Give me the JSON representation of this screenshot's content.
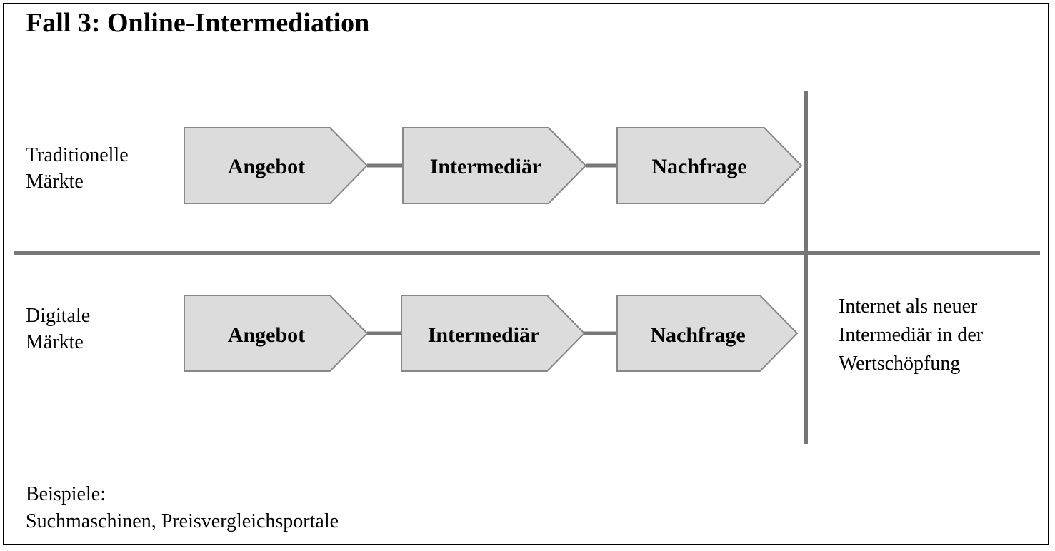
{
  "title": "Fall 3: Online-Intermediation",
  "rows": [
    {
      "label_line1": "Traditionelle",
      "label_line2": "Märkte",
      "boxes": [
        "Angebot",
        "Intermediär",
        "Nachfrage"
      ]
    },
    {
      "label_line1": "Digitale",
      "label_line2": "Märkte",
      "boxes": [
        "Angebot",
        "Intermediär",
        "Nachfrage"
      ]
    }
  ],
  "side_note": {
    "line1": "Internet als neuer",
    "line2": "Intermediär  in der",
    "line3": "Wertschöpfung"
  },
  "examples": {
    "heading": "Beispiele:",
    "text": "Suchmaschinen,  Preisvergleichsportale"
  },
  "colors": {
    "box_fill": "#dcdcdc",
    "box_stroke": "#888888",
    "connector": "#777777",
    "divider": "#777777"
  }
}
